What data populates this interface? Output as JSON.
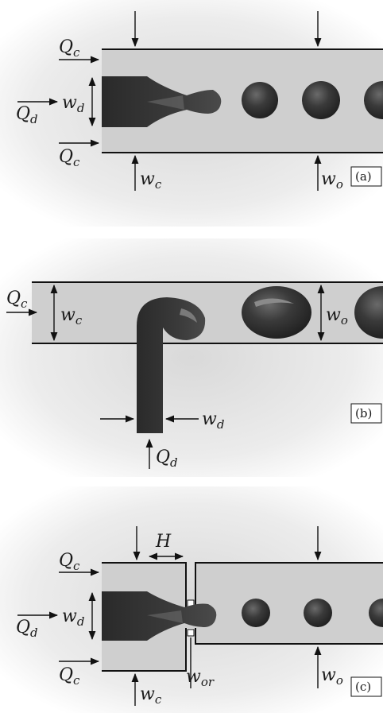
{
  "figure": {
    "panels": [
      {
        "id": "a",
        "tag": "(a)",
        "labels": {
          "qc_top": "Q",
          "qc_top_sub": "c",
          "qd": "Q",
          "qd_sub": "d",
          "wd": "w",
          "wd_sub": "d",
          "qc_bottom": "Q",
          "qc_bottom_sub": "c",
          "wc": "w",
          "wc_sub": "c",
          "wo": "w",
          "wo_sub": "o"
        }
      },
      {
        "id": "b",
        "tag": "(b)",
        "labels": {
          "qc": "Q",
          "qc_sub": "c",
          "wc": "w",
          "wc_sub": "c",
          "wo": "w",
          "wo_sub": "o",
          "wd": "w",
          "wd_sub": "d",
          "qd": "Q",
          "qd_sub": "d"
        }
      },
      {
        "id": "c",
        "tag": "(c)",
        "labels": {
          "h": "H",
          "qc_top": "Q",
          "qc_top_sub": "c",
          "qd": "Q",
          "qd_sub": "d",
          "wd": "w",
          "wd_sub": "d",
          "qc_bottom": "Q",
          "qc_bottom_sub": "c",
          "wc": "w",
          "wc_sub": "c",
          "wor": "w",
          "wor_sub": "or",
          "wo": "w",
          "wo_sub": "o"
        }
      }
    ],
    "colors": {
      "channel": "#cfcfcf",
      "droplet": "#3a3a3a",
      "background_glow": "#e6e6e6"
    }
  }
}
